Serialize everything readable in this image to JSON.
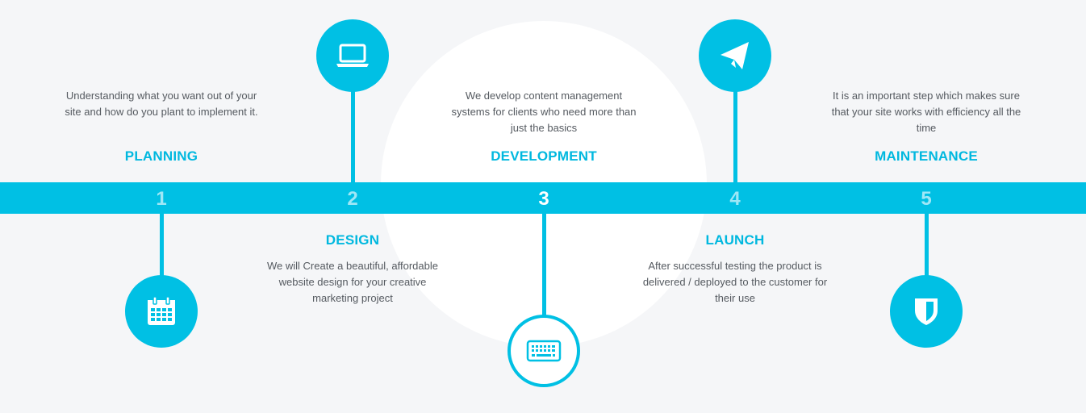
{
  "steps": [
    {
      "number": "1",
      "title": "PLANNING",
      "description": "Understanding what you want out of your site and how do you plant to implement it.",
      "icon": "calendar-icon"
    },
    {
      "number": "2",
      "title": "DESIGN",
      "description": "We will Create a beautiful, affordable website design for your creative marketing project",
      "icon": "laptop-icon"
    },
    {
      "number": "3",
      "title": "DEVELOPMENT",
      "description": "We develop content management systems for clients who need more than just the basics",
      "icon": "keyboard-icon"
    },
    {
      "number": "4",
      "title": "LAUNCH",
      "description": "After successful testing the product is delivered / deployed to the customer for their use",
      "icon": "paper-plane-icon"
    },
    {
      "number": "5",
      "title": "MAINTENANCE",
      "description": "It is an important step which makes sure that your site works with efficiency all the time",
      "icon": "shield-icon"
    }
  ],
  "colors": {
    "accent": "#00c0e4",
    "accent_text": "#00b8df",
    "inactive_number": "#9fe7f6",
    "background": "#f5f6f8",
    "text": "#555a60"
  }
}
